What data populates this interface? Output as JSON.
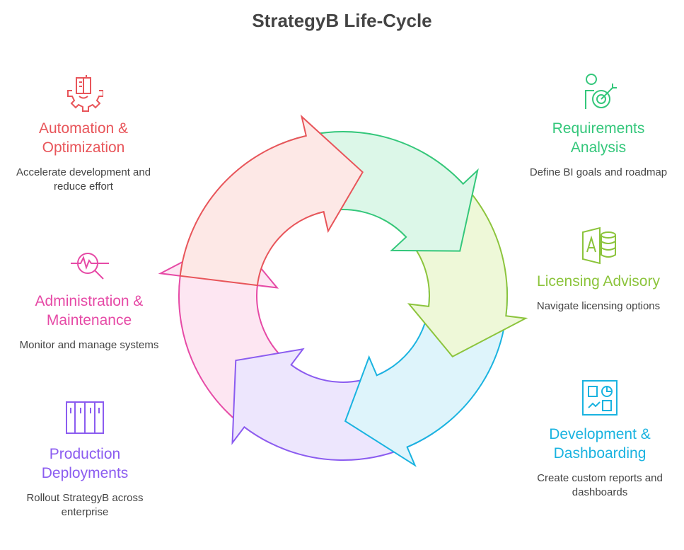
{
  "title": "StrategyB Life-Cycle",
  "stages": [
    {
      "heading": "Automation & Optimization",
      "desc": "Accelerate development and reduce effort",
      "color": "#e8555a",
      "fill": "#fde8e6",
      "icon": "gear-building-icon"
    },
    {
      "heading": "Requirements Analysis",
      "desc": "Define BI goals and roadmap",
      "color": "#34c77b",
      "fill": "#dcf7e8",
      "icon": "person-target-icon"
    },
    {
      "heading": "Licensing Advisory",
      "desc": "Navigate licensing options",
      "color": "#8cc43c",
      "fill": "#eef8d8",
      "icon": "document-database-icon"
    },
    {
      "heading": "Development & Dashboarding",
      "desc": "Create custom reports and dashboards",
      "color": "#1ab3e0",
      "fill": "#def4fb",
      "icon": "dashboard-icon"
    },
    {
      "heading": "Production Deployments",
      "desc": "Rollout StrategyB across enterprise",
      "color": "#8b5cf0",
      "fill": "#ede6fd",
      "icon": "servers-icon"
    },
    {
      "heading": "Administration & Maintenance",
      "desc": "Monitor and manage systems",
      "color": "#e64aa6",
      "fill": "#fde6f2",
      "icon": "monitor-magnifier-icon"
    }
  ]
}
